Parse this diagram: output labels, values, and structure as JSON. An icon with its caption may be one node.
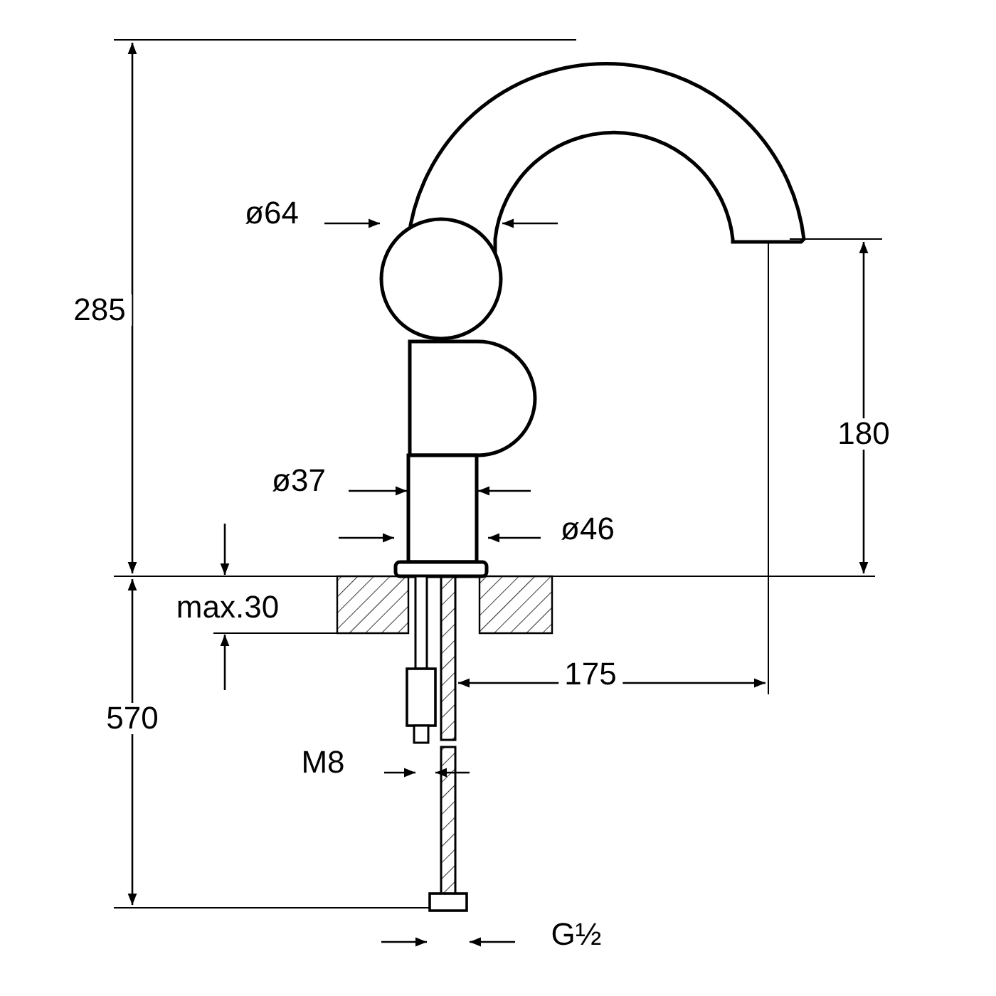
{
  "diagram": {
    "labels": [
      "285",
      "ø64",
      "180",
      "ø37",
      "ø46",
      "max.30",
      "175",
      "570",
      "M8",
      "G½"
    ]
  }
}
